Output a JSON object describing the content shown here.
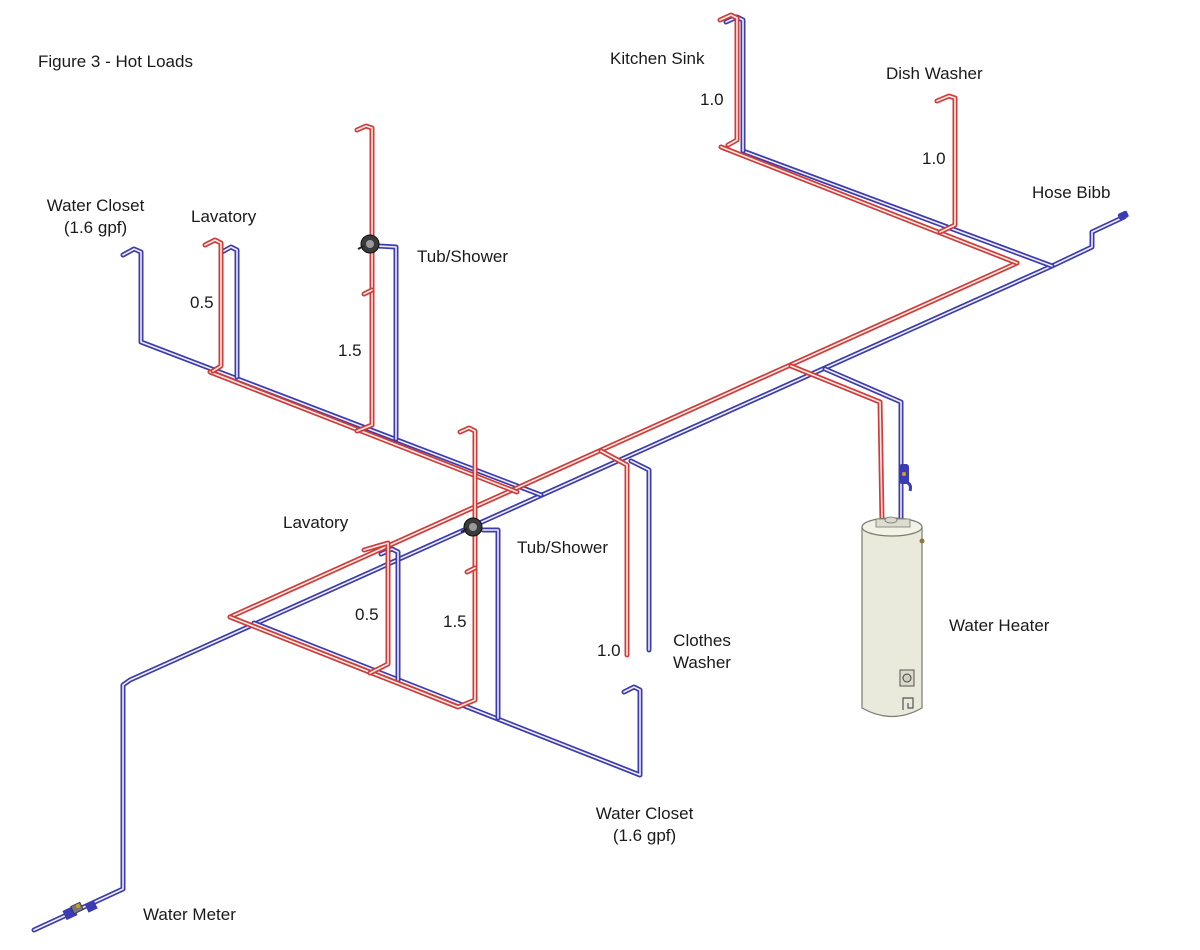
{
  "title": "Figure 3 - Hot Loads",
  "colors": {
    "hot": "#d23a3a",
    "cold": "#3b3bb4",
    "tank": "#e9e9dc",
    "background": "#ffffff"
  },
  "fixtures": {
    "kitchen_sink": {
      "label": "Kitchen Sink",
      "load": "1.0"
    },
    "dish_washer": {
      "label": "Dish Washer",
      "load": "1.0"
    },
    "hose_bibb": {
      "label": "Hose Bibb"
    },
    "water_closet_upper": {
      "label_line1": "Water Closet",
      "label_line2": "(1.6 gpf)"
    },
    "lavatory_upper": {
      "label": "Lavatory",
      "load": "0.5"
    },
    "tub_shower_upper": {
      "label": "Tub/Shower",
      "load": "1.5"
    },
    "lavatory_lower": {
      "label": "Lavatory",
      "load": "0.5"
    },
    "tub_shower_lower": {
      "label": "Tub/Shower",
      "load": "1.5"
    },
    "clothes_washer": {
      "label_line1": "Clothes",
      "label_line2": "Washer",
      "load": "1.0"
    },
    "water_closet_lower": {
      "label_line1": "Water Closet",
      "label_line2": "(1.6 gpf)"
    },
    "water_heater": {
      "label": "Water Heater"
    },
    "water_meter": {
      "label": "Water Meter"
    }
  }
}
